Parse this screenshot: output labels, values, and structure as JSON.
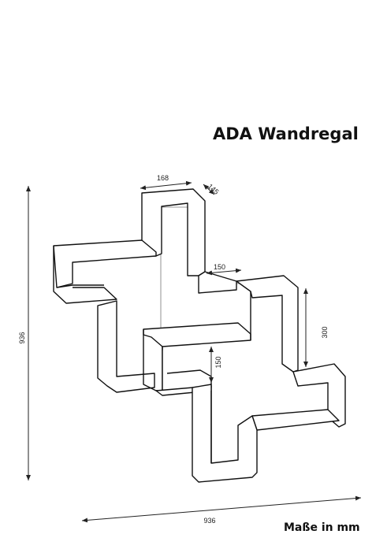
{
  "title": "ADA Wandregal",
  "units": "Maße in mm",
  "dimensions": {
    "top_width": "168",
    "top_depth": "145",
    "gap_width": "150",
    "gap_height": "150",
    "height_right": "300",
    "total_height": "936",
    "total_width": "936"
  }
}
